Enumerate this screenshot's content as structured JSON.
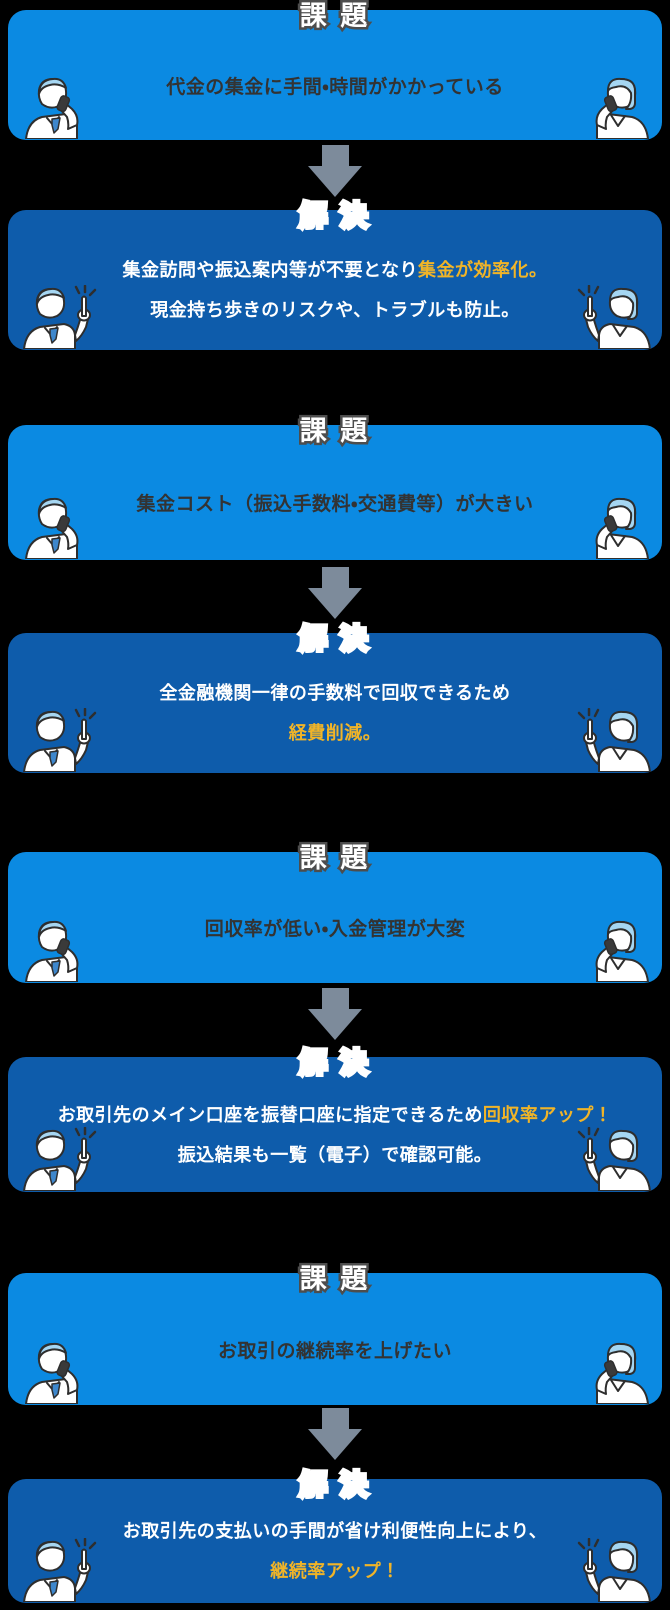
{
  "labels": {
    "issue_title": "課 題",
    "solution_title": "解 決"
  },
  "colors": {
    "background": "#000000",
    "issue_box": "#0b8ae2",
    "solution_box": "#0e5cab",
    "highlight_text": "#f0b428",
    "issue_text": "#333333",
    "solution_text": "#ffffff",
    "arrow": "#7d8b9b",
    "title_outline": "#4d4d4d"
  },
  "icons": {
    "arrow": "down-arrow",
    "issue_left": "man-talking-on-phone",
    "issue_right": "woman-talking-on-phone",
    "solution_left": "man-pointing-up",
    "solution_right": "woman-pointing-up"
  },
  "sections": [
    {
      "issue": {
        "text": "代金の集金に手間・時間がかかっている"
      },
      "solution": {
        "lines": [
          [
            {
              "text": "集金訪問や振込案内等が不要となり",
              "highlight": false
            },
            {
              "text": "集金が効率化。",
              "highlight": true
            }
          ],
          [
            {
              "text": "現金持ち歩きのリスクや、トラブルも防止。",
              "highlight": false
            }
          ]
        ]
      }
    },
    {
      "issue": {
        "text": "集金コスト（振込手数料・交通費等）が大きい"
      },
      "solution": {
        "lines": [
          [
            {
              "text": "全金融機関一律の手数料で回収できるため",
              "highlight": false
            }
          ],
          [
            {
              "text": "経費削減。",
              "highlight": true
            }
          ]
        ]
      }
    },
    {
      "issue": {
        "text": "回収率が低い・入金管理が大変"
      },
      "solution": {
        "lines": [
          [
            {
              "text": "お取引先のメイン口座を振替口座に指定できるため",
              "highlight": false
            },
            {
              "text": "回収率アップ！",
              "highlight": true
            }
          ],
          [
            {
              "text": "振込結果も一覧（電子）で確認可能。",
              "highlight": false
            }
          ]
        ]
      }
    },
    {
      "issue": {
        "text": "お取引の継続率を上げたい"
      },
      "solution": {
        "lines": [
          [
            {
              "text": "お取引先の支払いの手間が省け利便性向上により、",
              "highlight": false
            }
          ],
          [
            {
              "text": "継続率アップ！",
              "highlight": true
            }
          ]
        ]
      }
    }
  ]
}
